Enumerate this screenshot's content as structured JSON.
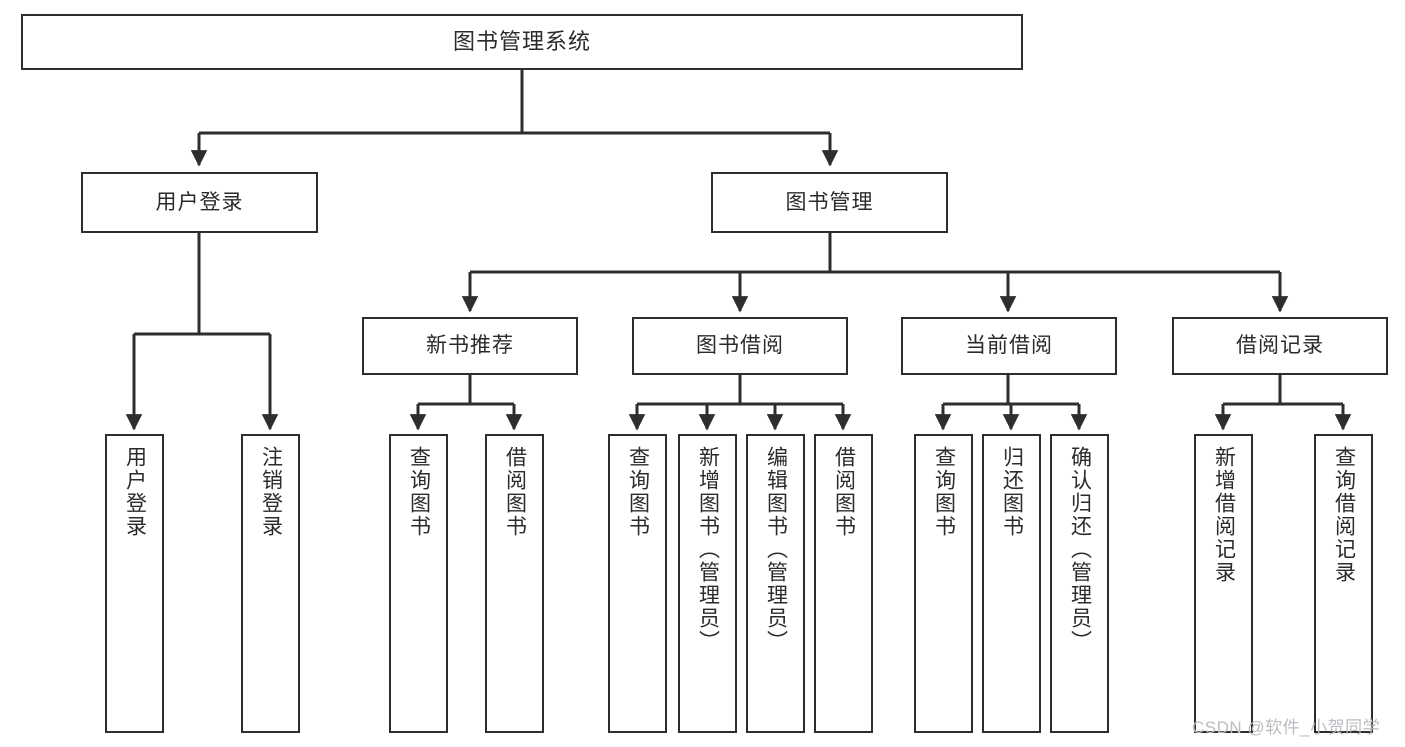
{
  "diagram": {
    "title": "图书管理系统",
    "type": "hierarchy-tree",
    "watermark": "CSDN @软件_小贺同学",
    "line_color": "#2e2e2e",
    "box_fill": "#ffffff",
    "text_color": "#2b2b2b",
    "root": {
      "label": "图书管理系统"
    },
    "level1": [
      {
        "label": "用户登录"
      },
      {
        "label": "图书管理"
      }
    ],
    "level2": [
      {
        "label": "新书推荐"
      },
      {
        "label": "图书借阅"
      },
      {
        "label": "当前借阅"
      },
      {
        "label": "借阅记录"
      }
    ],
    "leaves": {
      "user_login": [
        {
          "label": "用户登录"
        },
        {
          "label": "注销登录"
        }
      ],
      "new_book_recommend": [
        {
          "label": "查询图书"
        },
        {
          "label": "借阅图书"
        }
      ],
      "book_borrow": [
        {
          "label": "查询图书"
        },
        {
          "label": "新增图书（管理员）"
        },
        {
          "label": "编辑图书（管理员）"
        },
        {
          "label": "借阅图书"
        }
      ],
      "current_borrow": [
        {
          "label": "查询图书"
        },
        {
          "label": "归还图书"
        },
        {
          "label": "确认归还（管理员）"
        }
      ],
      "borrow_record": [
        {
          "label": "新增借阅记录"
        },
        {
          "label": "查询借阅记录"
        }
      ]
    }
  }
}
